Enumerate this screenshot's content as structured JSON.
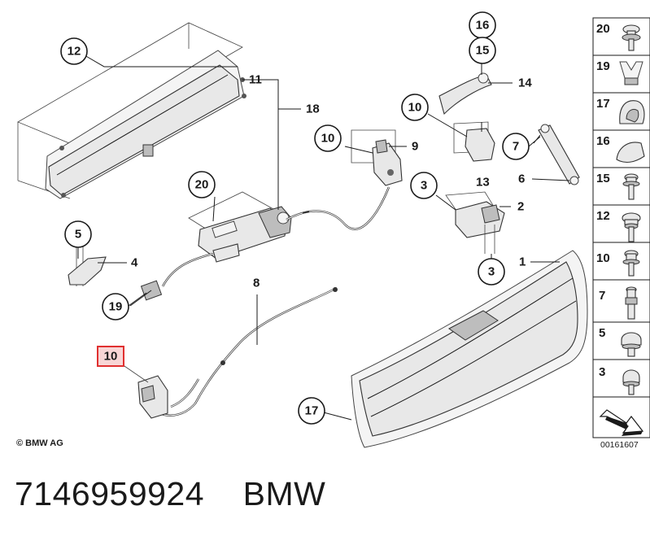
{
  "callouts": [
    "12",
    "20",
    "5",
    "19",
    "10",
    "10",
    "10",
    "3",
    "3",
    "16",
    "15",
    "7",
    "17"
  ],
  "refs": [
    "11",
    "18",
    "9",
    "4",
    "8",
    "14",
    "13",
    "6",
    "2",
    "1"
  ],
  "sidebar_parts": [
    "20",
    "19",
    "17",
    "16",
    "15",
    "12",
    "10",
    "7",
    "5",
    "3"
  ],
  "copyright": "© BMW AG",
  "diagram_code": "00161607",
  "footer": {
    "part_number": "7146959924",
    "brand": "BMW"
  },
  "colors": {
    "highlight": "#e03030",
    "highlight_fill": "#f8d6d6",
    "line": "#1a1a1a"
  }
}
